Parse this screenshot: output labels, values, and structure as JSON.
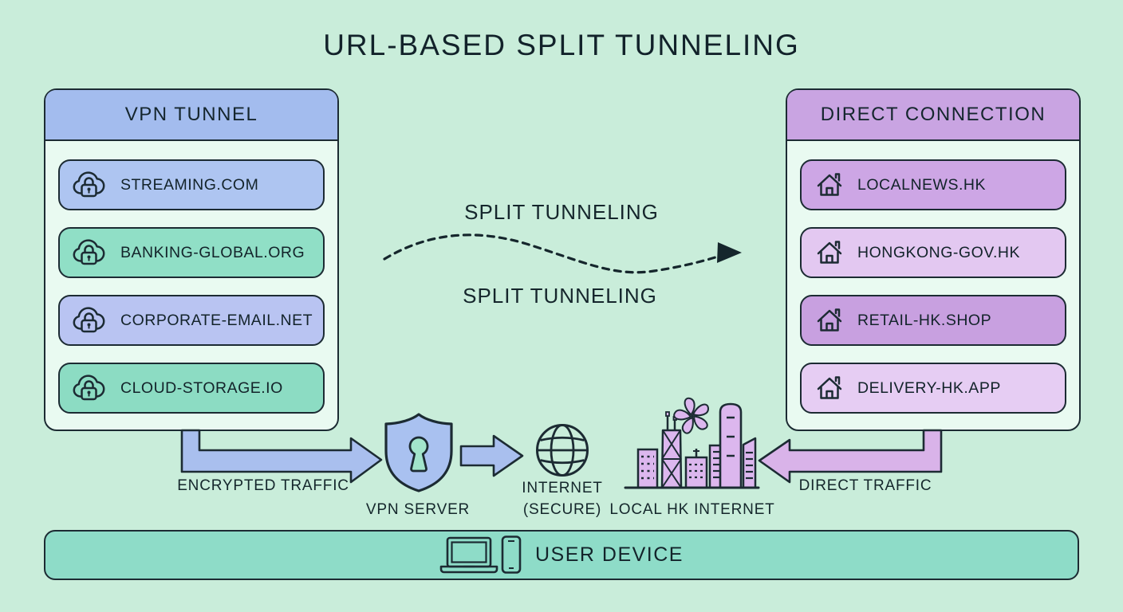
{
  "title": "URL-BASED SPLIT TUNNELING",
  "vpn_panel": {
    "title": "VPN TUNNEL",
    "items": [
      {
        "label": "STREAMING.COM",
        "icon": "cloud-lock-icon",
        "color": "#aec5f1"
      },
      {
        "label": "BANKING-GLOBAL.ORG",
        "icon": "cloud-lock-icon",
        "color": "#90dfc6"
      },
      {
        "label": "CORPORATE-EMAIL.NET",
        "icon": "cloud-lock-icon",
        "color": "#b9c4f2"
      },
      {
        "label": "CLOUD-STORAGE.IO",
        "icon": "cloud-lock-icon",
        "color": "#8cdcc3"
      }
    ]
  },
  "direct_panel": {
    "title": "DIRECT CONNECTION",
    "items": [
      {
        "label": "LOCALNEWS.HK",
        "icon": "home-icon",
        "color": "#cda6e5"
      },
      {
        "label": "HONGKONG-GOV.HK",
        "icon": "home-icon",
        "color": "#e3c8f1"
      },
      {
        "label": "RETAIL-HK.SHOP",
        "icon": "home-icon",
        "color": "#c8a0e0"
      },
      {
        "label": "DELIVERY-HK.APP",
        "icon": "home-icon",
        "color": "#e6cdf3"
      }
    ]
  },
  "flow": {
    "split_tunneling_top": "SPLIT TUNNELING",
    "split_tunneling_bottom": "SPLIT TUNNELING",
    "encrypted_traffic": "ENCRYPTED TRAFFIC",
    "vpn_server": "VPN SERVER",
    "internet_line1": "INTERNET",
    "internet_line2": "(SECURE)",
    "local_internet": "LOCAL HK INTERNET",
    "direct_traffic": "DIRECT TRAFFIC"
  },
  "device_bar": {
    "label": "USER DEVICE",
    "icons": [
      "laptop-icon",
      "smartphone-icon"
    ]
  },
  "colors": {
    "background": "#c9edda",
    "panel_body": "#e9faf1",
    "outline": "#1c2b33",
    "vpn_header": "#a3bcee",
    "direct_header": "#c9a4e2",
    "encrypted_arrow": "#a9bfee",
    "direct_arrow": "#d9b3e9",
    "shield": "#a9c1f0",
    "keyhole": "#a2e5cb",
    "skyline": "#dcb7ee",
    "device_bar": "#8edcc8"
  }
}
